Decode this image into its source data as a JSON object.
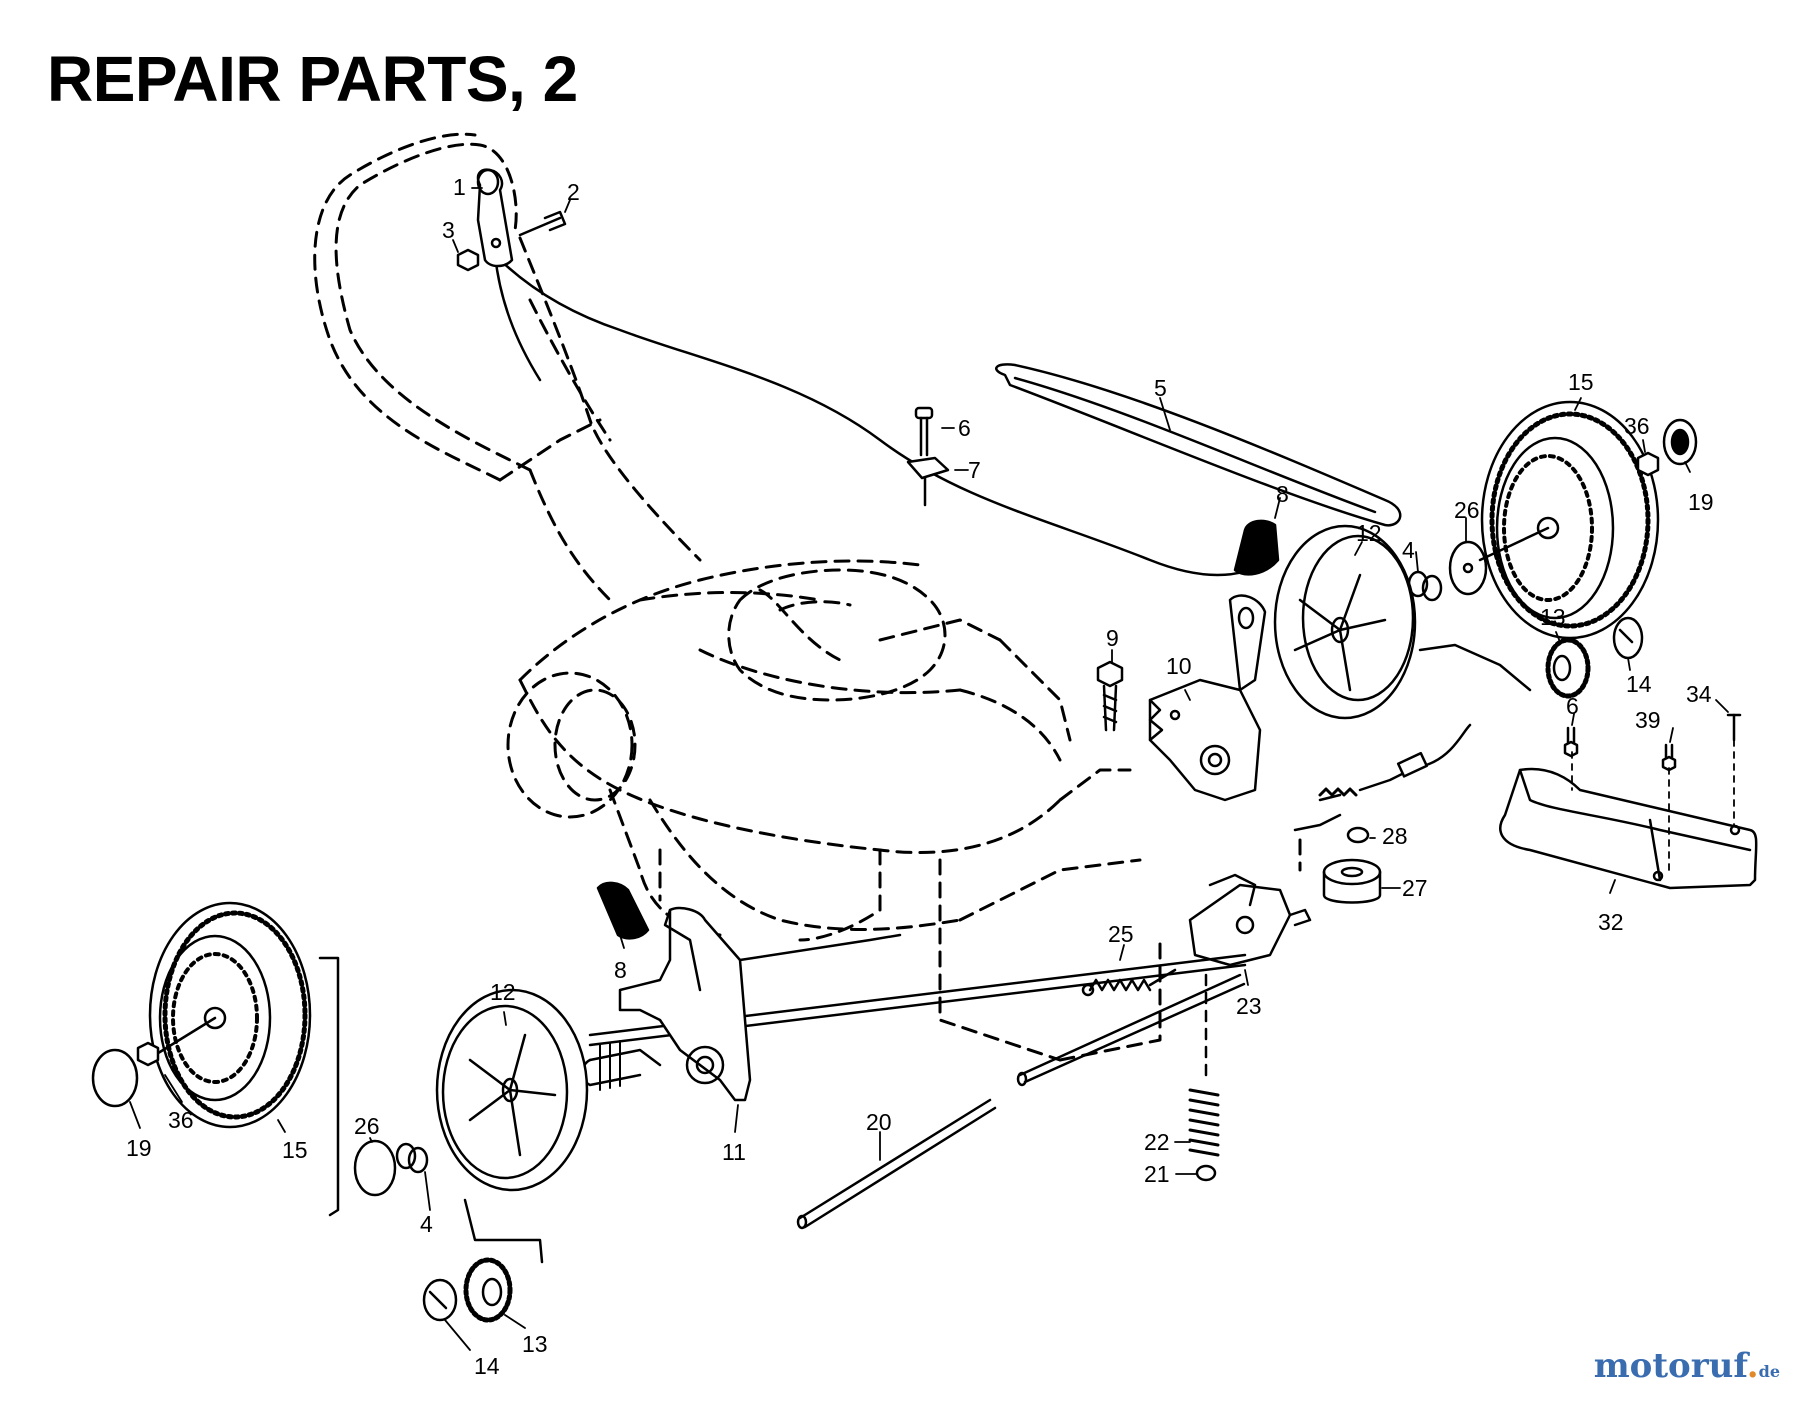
{
  "title": "REPAIR PARTS, 2",
  "watermark": {
    "name": "motoruf",
    "tld": "de"
  },
  "callouts": {
    "c1": "1",
    "c2": "2",
    "c3": "3",
    "c5": "5",
    "c6a": "6",
    "c7": "7",
    "c8a": "8",
    "c9": "9",
    "c10": "10",
    "c12a": "12",
    "c4a": "4",
    "c26a": "26",
    "c15a": "15",
    "c36a": "36",
    "c19a": "19",
    "c13a": "13",
    "c14a": "14",
    "c6b": "6",
    "c39": "39",
    "c34": "34",
    "c28": "28",
    "c27": "27",
    "c32": "32",
    "c25": "25",
    "c23": "23",
    "c22": "22",
    "c21": "21",
    "c20": "20",
    "c8b": "8",
    "c11": "11",
    "c12b": "12",
    "c15b": "15",
    "c36b": "36",
    "c19b": "19",
    "c26b": "26",
    "c4b": "4",
    "c13b": "13",
    "c14b": "14"
  }
}
